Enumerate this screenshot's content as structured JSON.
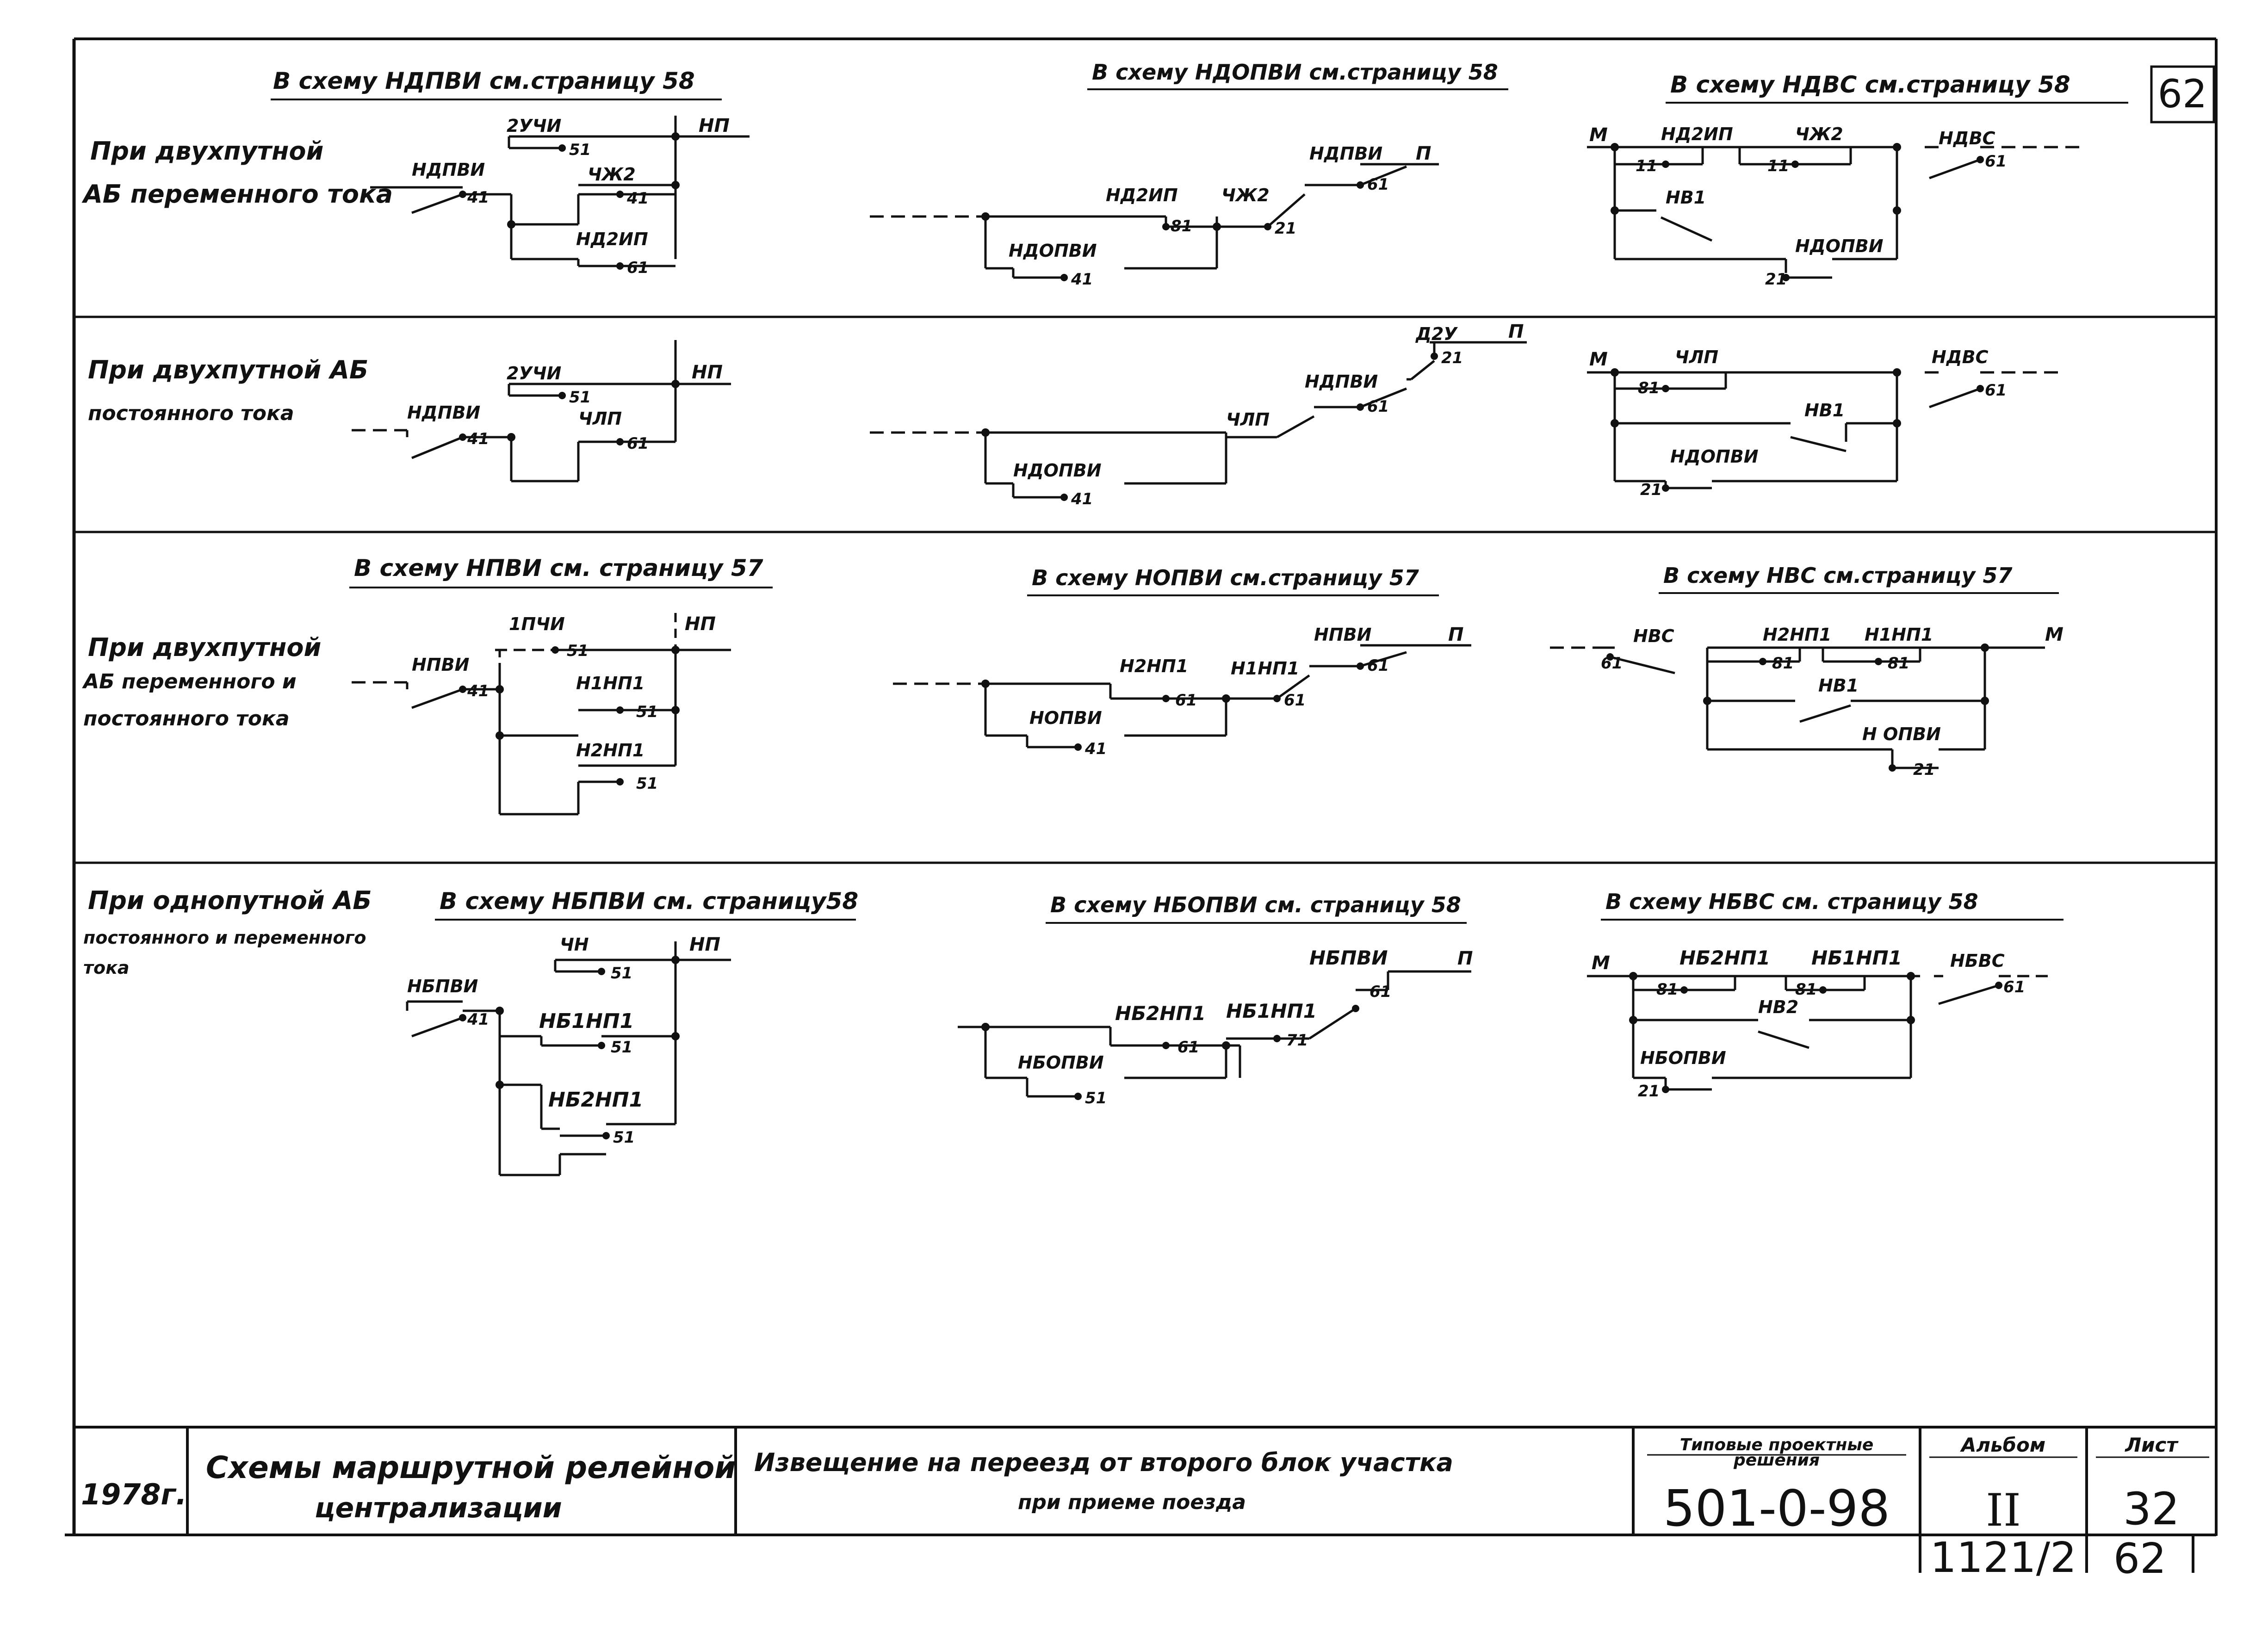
{
  "sheet_number": "62",
  "rows": [
    {
      "label": [
        "При двухпутной",
        "АБ переменного тока"
      ],
      "schemes": [
        {
          "heading": "В схему НДПВИ см.страницу 58",
          "relays": [
            "2УЧИ",
            "НДПВИ",
            "ЧЖ2",
            "НД2ИП"
          ],
          "contacts": [
            "51",
            "41",
            "41",
            "61"
          ],
          "bus_end": "НП"
        },
        {
          "heading": "В схему НДОПВИ см.страницу 58",
          "relays": [
            "НДОПВИ",
            "НД2ИП",
            "ЧЖ2",
            "НДПВИ"
          ],
          "contacts": [
            "41",
            "81",
            "21",
            "61"
          ],
          "bus_end": "П"
        },
        {
          "heading": "В схему НДВС см.страницу 58",
          "relays": [
            "НД2ИП",
            "ЧЖ2",
            "НВ1",
            "НДОПВИ",
            "НДВС"
          ],
          "contacts": [
            "11",
            "11",
            "21",
            "61"
          ],
          "bus_start": "М"
        }
      ]
    },
    {
      "label": [
        "При двухпутной АБ",
        "постоянного тока"
      ],
      "schemes": [
        {
          "relays": [
            "2УЧИ",
            "НДПВИ",
            "ЧЛП"
          ],
          "contacts": [
            "51",
            "41",
            "61"
          ],
          "bus_end": "НП"
        },
        {
          "relays": [
            "НДОПВИ",
            "ЧЛП",
            "НДПВИ",
            "Д2У"
          ],
          "contacts": [
            "41",
            "61",
            "21"
          ],
          "bus_end": "П"
        },
        {
          "relays": [
            "ЧЛП",
            "НВ1",
            "НДОПВИ",
            "НДВС"
          ],
          "contacts": [
            "81",
            "21",
            "61"
          ],
          "bus_start": "М"
        }
      ]
    },
    {
      "label": [
        "При двухпутной",
        "АБ переменного и",
        "постоянного тока"
      ],
      "schemes": [
        {
          "heading": "В схему НПВИ см. страницу 57",
          "relays": [
            "1ПЧИ",
            "НПВИ",
            "Н1НП1",
            "Н2НП1"
          ],
          "contacts": [
            "51",
            "41",
            "51",
            "51"
          ],
          "bus_end": "НП"
        },
        {
          "heading": "В схему НОПВИ см.страницу 57",
          "relays": [
            "НОПВИ",
            "Н2НП1",
            "Н1НП1",
            "НПВИ"
          ],
          "contacts": [
            "41",
            "61",
            "61",
            "61"
          ],
          "bus_end": "П"
        },
        {
          "heading": "В схему НВС см.страницу 57",
          "relays": [
            "НВС",
            "Н2НП1",
            "Н1НП1",
            "НВ1",
            "Н ОПВИ"
          ],
          "contacts": [
            "61",
            "81",
            "81",
            "21"
          ],
          "bus_end": "М"
        }
      ]
    },
    {
      "label": [
        "При однопутной АБ",
        "постоянного и переменного",
        "тока"
      ],
      "schemes": [
        {
          "heading": "В схему НБПВИ см. страницу58",
          "relays": [
            "ЧН",
            "НБПВИ",
            "НБ1НП1",
            "НБ2НП1"
          ],
          "contacts": [
            "51",
            "41",
            "51",
            "51"
          ],
          "bus_end": "НП"
        },
        {
          "heading": "В схему НБОПВИ см. страницу 58",
          "relays": [
            "НБОПВИ",
            "НБ2НП1",
            "НБ1НП1",
            "НБПВИ"
          ],
          "contacts": [
            "51",
            "61",
            "71",
            "61"
          ],
          "bus_end": "П"
        },
        {
          "heading": "В схему НБВС см. страницу 58",
          "relays": [
            "НБ2НП1",
            "НБ1НП1",
            "НВ2",
            "НБОПВИ",
            "НБВС"
          ],
          "contacts": [
            "81",
            "81",
            "21",
            "61"
          ],
          "bus_start": "М"
        }
      ]
    }
  ],
  "title_block": {
    "year": "1978г.",
    "system": [
      "Схемы маршрутной релейной",
      "централизации"
    ],
    "subject": [
      "Извещение на переезд от второго блок участка",
      "при приеме поезда"
    ],
    "series_label": [
      "Типовые проектные",
      "решения"
    ],
    "series_code": "501-0-98",
    "album_label": "Альбом",
    "album_value": "II",
    "sheet_label": "Лист",
    "sheet_value": "32",
    "inventory": "1121/2",
    "page": "62"
  }
}
